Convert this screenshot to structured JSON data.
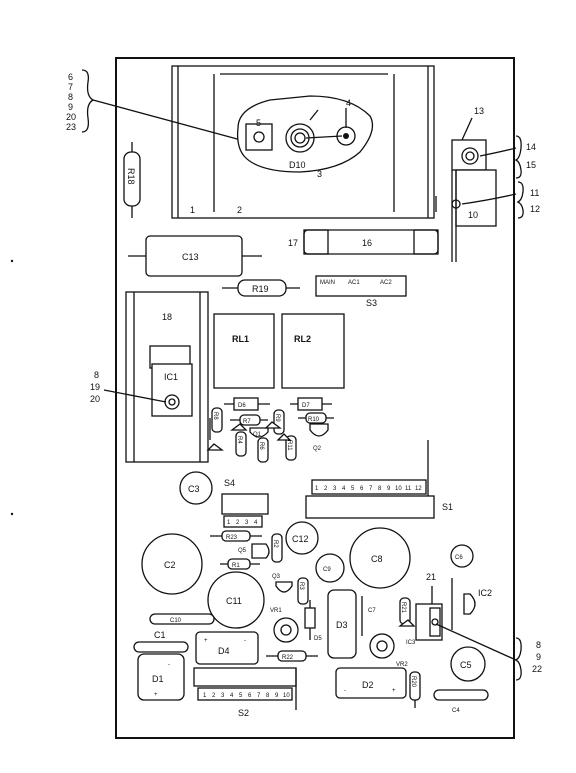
{
  "diagram": {
    "callouts": {
      "top_left_stack": [
        "6",
        "7",
        "8",
        "9",
        "20",
        "23"
      ],
      "right_stack_14_15": [
        "14",
        "15"
      ],
      "right_stack_11_12": [
        "11",
        "12"
      ],
      "left_stack_ic1": [
        "8",
        "19",
        "20"
      ],
      "bottom_right_stack": [
        "8",
        "9",
        "22"
      ],
      "n4": "4",
      "n5": "5",
      "n3": "3",
      "n1": "1",
      "n2": "2",
      "n10": "10",
      "n13": "13",
      "n16": "16",
      "n17": "17",
      "n18": "18",
      "n21": "21"
    },
    "parts": {
      "D10": "D10",
      "R18": "R18",
      "C13": "C13",
      "R19": "R19",
      "S3": "S3",
      "S3_pins": [
        "MAIN",
        "AC1",
        "AC2"
      ],
      "IC1": "IC1",
      "RL1": "RL1",
      "RL2": "RL2",
      "D6": "D6",
      "D7": "D7",
      "R7": "R7",
      "R10": "R10",
      "R8": "R8",
      "R9": "R9",
      "R4": "R4",
      "R6": "R6",
      "R11": "R11",
      "Q1": "Q1",
      "Q2": "Q2",
      "C3": "C3",
      "S4": "S4",
      "S4_pins": [
        "1",
        "2",
        "3",
        "4"
      ],
      "S1": "S1",
      "S1_pins": [
        "1",
        "2",
        "3",
        "4",
        "5",
        "6",
        "7",
        "8",
        "9",
        "10",
        "11",
        "12"
      ],
      "R23": "R23",
      "Q5": "Q5",
      "R2": "R2",
      "R1": "R1",
      "C12": "C12",
      "C8": "C8",
      "C6": "C6",
      "C2": "C2",
      "Q3": "Q3",
      "C9": "C9",
      "R3": "R3",
      "C11": "C11",
      "VR1": "VR1",
      "D5": "D5",
      "D3": "D3",
      "C7": "C7",
      "R21": "R21",
      "IC3": "IC3",
      "IC2": "IC2",
      "C10": "C10",
      "C1": "C1",
      "D4": "D4",
      "R22": "R22",
      "VR2": "VR2",
      "C5": "C5",
      "D1": "D1",
      "D2": "D2",
      "R20": "R20",
      "C4": "C4",
      "S2": "S2",
      "S2_pins": [
        "1",
        "2",
        "3",
        "4",
        "5",
        "6",
        "7",
        "8",
        "9",
        "10"
      ],
      "plus": "+",
      "minus": "-"
    }
  }
}
